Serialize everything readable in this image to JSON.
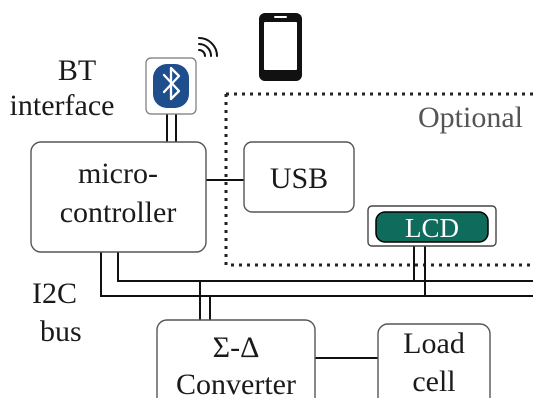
{
  "labels": {
    "bt_interface_line1": "BT",
    "bt_interface_line2": "interface",
    "optional": "Optional",
    "micro_line1": "micro-",
    "micro_line2": "controller",
    "usb": "USB",
    "lcd": "LCD",
    "i2c_line1": "I2C",
    "i2c_line2": "bus",
    "converter_line1": "Σ-Δ",
    "converter_line2": "Converter",
    "load_line1": "Load",
    "load_line2": "cell"
  },
  "icons": {
    "bluetooth": "bluetooth-icon",
    "signal": "signal-waves-icon",
    "phone": "smartphone-icon"
  },
  "colors": {
    "bluetooth_bg": "#1f4e8c",
    "lcd_fill": "#0f6b5c",
    "lcd_text": "#ffffff"
  }
}
